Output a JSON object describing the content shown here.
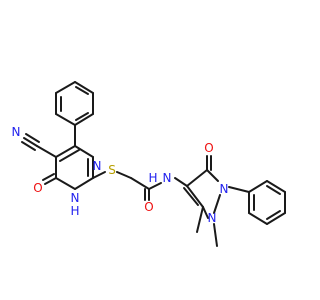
{
  "molecule": {
    "atoms": {
      "cyano_n": {
        "text": "N",
        "color": "#2222ee"
      },
      "carbonyl_o_pyrimidinone": {
        "text": "O",
        "color": "#ee1111"
      },
      "ring_nh": {
        "text": "H",
        "color": "#2222ee"
      },
      "ring_nh_n": {
        "text": "N",
        "color": "#2222ee"
      },
      "ring_n_upper": {
        "text": "N",
        "color": "#2222ee"
      },
      "thioether_s": {
        "text": "S",
        "color": "#b8a000"
      },
      "amide_o": {
        "text": "O",
        "color": "#ee1111"
      },
      "amide_n": {
        "text": "N",
        "color": "#2222ee"
      },
      "amide_h": {
        "text": "H",
        "color": "#2222ee"
      },
      "pyrazolone_o": {
        "text": "O",
        "color": "#ee1111"
      },
      "pyrazole_n1": {
        "text": "N",
        "color": "#2222ee"
      },
      "pyrazole_n2": {
        "text": "N",
        "color": "#2222ee"
      }
    }
  }
}
